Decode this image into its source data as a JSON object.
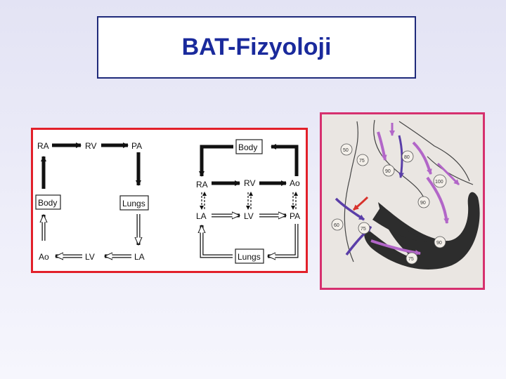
{
  "title": "BAT-Fizyoloji",
  "left_diagram": {
    "series_circuit": {
      "top_row": [
        "RA",
        "RV",
        "PA"
      ],
      "boxes": [
        "Body",
        "Lungs"
      ],
      "bottom_row": [
        "Ao",
        "LV",
        "LA"
      ]
    },
    "parallel_circuit": {
      "boxes": [
        "Body",
        "Lungs"
      ],
      "upper_row": [
        "RA",
        "RV",
        "Ao"
      ],
      "lower_row": [
        "LA",
        "LV",
        "PA"
      ]
    }
  },
  "right_diagram": {
    "saturations": [
      "50",
      "75",
      "80",
      "90",
      "100",
      "90",
      "60",
      "75",
      "90",
      "75"
    ],
    "colors": {
      "deoxygenated": "#5a3ea8",
      "oxygenated": "#b266c8",
      "shunt": "#d8322c",
      "wall": "#2d2d2d"
    }
  }
}
